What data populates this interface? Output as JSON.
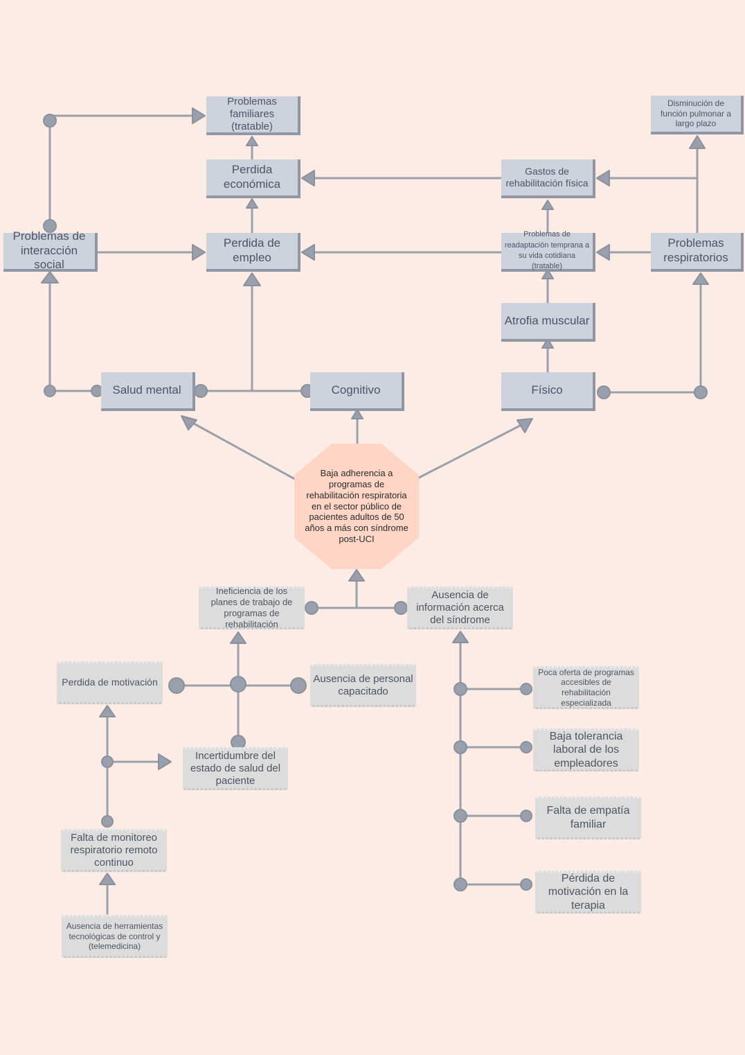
{
  "colors": {
    "background": "#fdebe5",
    "effect_box": "#cdd2dc",
    "cause_box": "#dcdcdc",
    "core": "#ffd5c6",
    "connector": "#99a0ab"
  },
  "core_problem": "Baja adherencia a programas de rehabilitación respiratoria en el sector público de pacientes adultos de 50 años a más con síndrome post-UCI",
  "effects": {
    "problemas_familiares": "Problemas familiares (tratable)",
    "perdida_economica": "Perdida económica",
    "perdida_empleo": "Perdida de empleo",
    "interaccion_social": "Problemas de interacción social",
    "gastos_rehabilitacion": "Gastos de rehabilitación física",
    "readaptacion": "Problemas de readaptación temprana a su vida cotidiana (tratable)",
    "disminucion_pulmonar": "Disminución de función pulmonar a largo plazo",
    "problemas_respiratorios": "Problemas respiratorios",
    "atrofia": "Atrofia muscular",
    "salud_mental": "Salud mental",
    "cognitivo": "Cognitivo",
    "fisico": "Físico"
  },
  "causes": {
    "ineficiencia_planes": "Ineficiencia de los planes de trabajo de programas de rehabilitación",
    "ausencia_informacion": "Ausencia de información acerca del síndrome",
    "perdida_motivacion": "Perdida de motivación",
    "ausencia_personal": "Ausencia de personal capacitado",
    "incertidumbre": "Incertidumbre del estado de salud del paciente",
    "falta_monitoreo": "Falta de monitoreo respiratorio remoto continuo",
    "ausencia_herramientas": "Ausencia de herramientas tecnológicas de control y (telemedicina)",
    "poca_oferta": "Poca oferta de programas accesibles de rehabilitación especializada",
    "baja_tolerancia": "Baja tolerancia laboral de los empleadores",
    "falta_empatia": "Falta de empatía familiar",
    "perdida_motivacion_terapia": "Pérdida de motivación en la terapia"
  }
}
